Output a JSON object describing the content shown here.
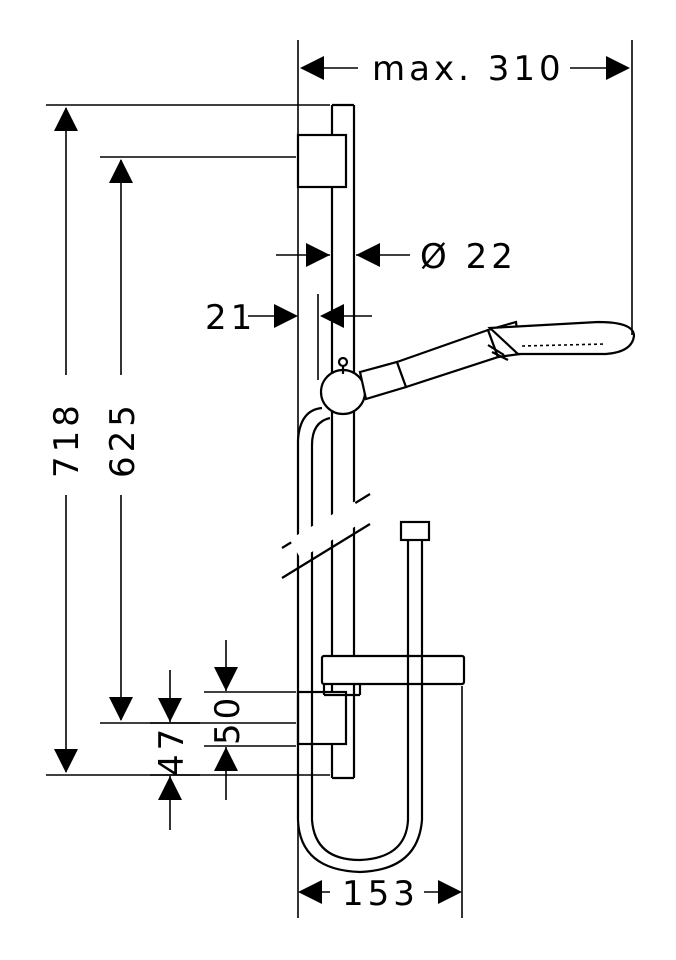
{
  "dimensions": {
    "max_reach": "max. 310",
    "rail_diameter": "Ø 22",
    "wall_offset": "21",
    "total_height": "718",
    "bracket_spacing": "625",
    "bottom_offset": "47",
    "shelf_offset": "50",
    "hose_width": "153"
  }
}
